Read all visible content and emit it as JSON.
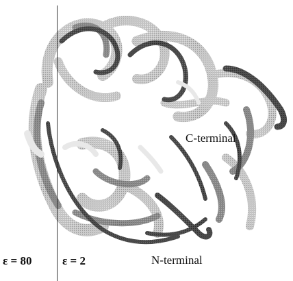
{
  "figure": {
    "labels": {
      "c_terminal": "C-terminal",
      "n_terminal": "N-terminal",
      "epsilon_80": "ε = 80",
      "epsilon_2": "ε = 2"
    },
    "colors": {
      "ribbon_dark": "#3a3a3a",
      "ribbon_mid": "#6e6e6e",
      "ribbon_light": "#b8b8b8",
      "ribbon_pale": "#d6d6d6",
      "background": "#ffffff"
    },
    "structures": [
      "protein-ribbon-epsilon-80",
      "protein-ribbon-epsilon-2"
    ]
  }
}
